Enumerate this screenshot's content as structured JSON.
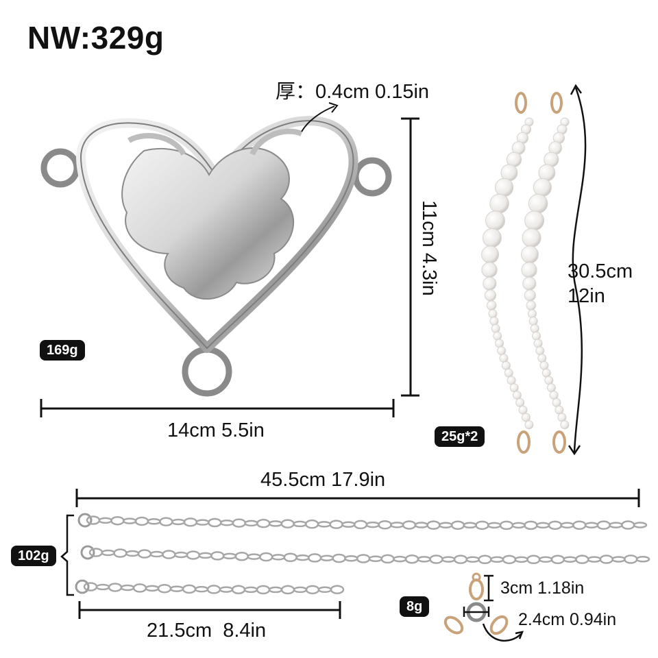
{
  "title": "NW:329g",
  "heart": {
    "thickness_label": "厚：0.4cm 0.15in",
    "height_label": "11cm 4.3in",
    "width_label": "14cm 5.5in",
    "weight_badge": "169g"
  },
  "pearl_strap": {
    "length_cm": "30.5cm",
    "length_in": "12in",
    "weight_badge": "25g*2"
  },
  "chains": {
    "long_label": "45.5cm 17.9in",
    "short_label": "21.5cm  8.4in",
    "weight_badge": "102g"
  },
  "clasps": {
    "height_label": "3cm 1.18in",
    "ring_label": "2.4cm 0.94in",
    "weight_badge": "8g"
  },
  "colors": {
    "silver": "#c9c9c9",
    "pearl": "#f2f0ee",
    "gold": "#c9a27a",
    "badge": "#111111"
  }
}
